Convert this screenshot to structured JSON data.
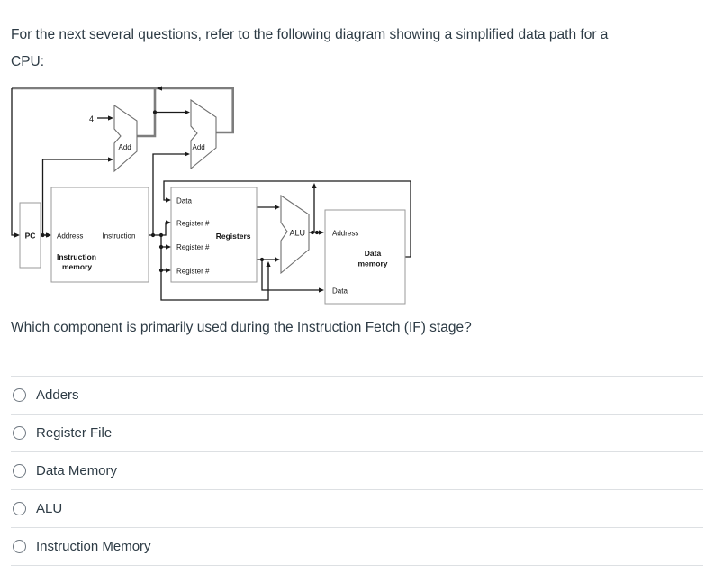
{
  "intro": {
    "line1": "For the next several questions, refer to the following diagram showing a simplified data path for a",
    "line2": "CPU:"
  },
  "question": "Which component is primarily used during the Instruction Fetch (IF) stage?",
  "options": [
    {
      "label": "Adders"
    },
    {
      "label": "Register File"
    },
    {
      "label": "Data Memory"
    },
    {
      "label": "ALU"
    },
    {
      "label": "Instruction Memory"
    }
  ],
  "diagram": {
    "four_constant": "4",
    "add1_label": "Add",
    "add2_label": "Add",
    "alu_label": "ALU",
    "pc_label": "PC",
    "instruction_memory": {
      "address_port": "Address",
      "instruction_port": "Instruction",
      "title_line1": "Instruction",
      "title_line2": "memory"
    },
    "registers": {
      "data_port": "Data",
      "register_port1": "Register #",
      "register_port2": "Register #",
      "register_port3": "Register #",
      "title": "Registers"
    },
    "data_memory": {
      "address_port": "Address",
      "title_line1": "Data",
      "title_line2": "memory",
      "data_port": "Data"
    }
  },
  "colors": {
    "text": "#2d3b45",
    "divider": "#dde0e3",
    "wire": "#1a1a1a",
    "pc_loop_wire": "#7d7d7d",
    "box_border": "#9a9a9a"
  }
}
